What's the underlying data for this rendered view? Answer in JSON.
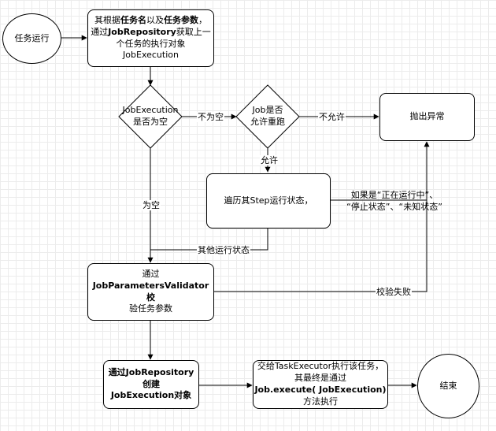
{
  "nodes": {
    "start": "任务运行",
    "fetch": {
      "line1_a": "其根据",
      "line1_b": "任务名",
      "line1_c": "以及",
      "line1_d": "任务参数",
      "line1_e": "，",
      "line2_a": "通过",
      "line2_b": "JobRepository",
      "line2_c": "获取上一",
      "line3": "个任务的执行对象",
      "line4": "JobExecution"
    },
    "is_null": {
      "line1": "JobExecution",
      "line2": "是否为空"
    },
    "allow_restart": {
      "line1": "Job是否",
      "line2": "允许重跑"
    },
    "throw_error": "抛出异常",
    "iterate_step": "遍历其Step运行状态，",
    "validate": {
      "line1": "通过",
      "line2": "JobParametersValidator校",
      "line3": "验任务参数"
    },
    "create": {
      "line1": "通过JobRepository",
      "line2": "创建",
      "line3": "JobExecution对象"
    },
    "execute": {
      "line1": "交给TaskExecutor执行该任务，",
      "line2": "其最终是通过",
      "line3": "Job.execute( JobExecution)",
      "line4": "方法执行"
    },
    "end": "结束"
  },
  "edge_labels": {
    "not_null": "不为空",
    "not_allowed": "不允许",
    "allowed": "允许",
    "is_null": "为空",
    "other_status": "其他运行状态",
    "validate_failed": "校验失败"
  },
  "annotation": {
    "line1": "如果是“正在运行中”、",
    "line2": "“停止状态”、“未知状态”"
  }
}
